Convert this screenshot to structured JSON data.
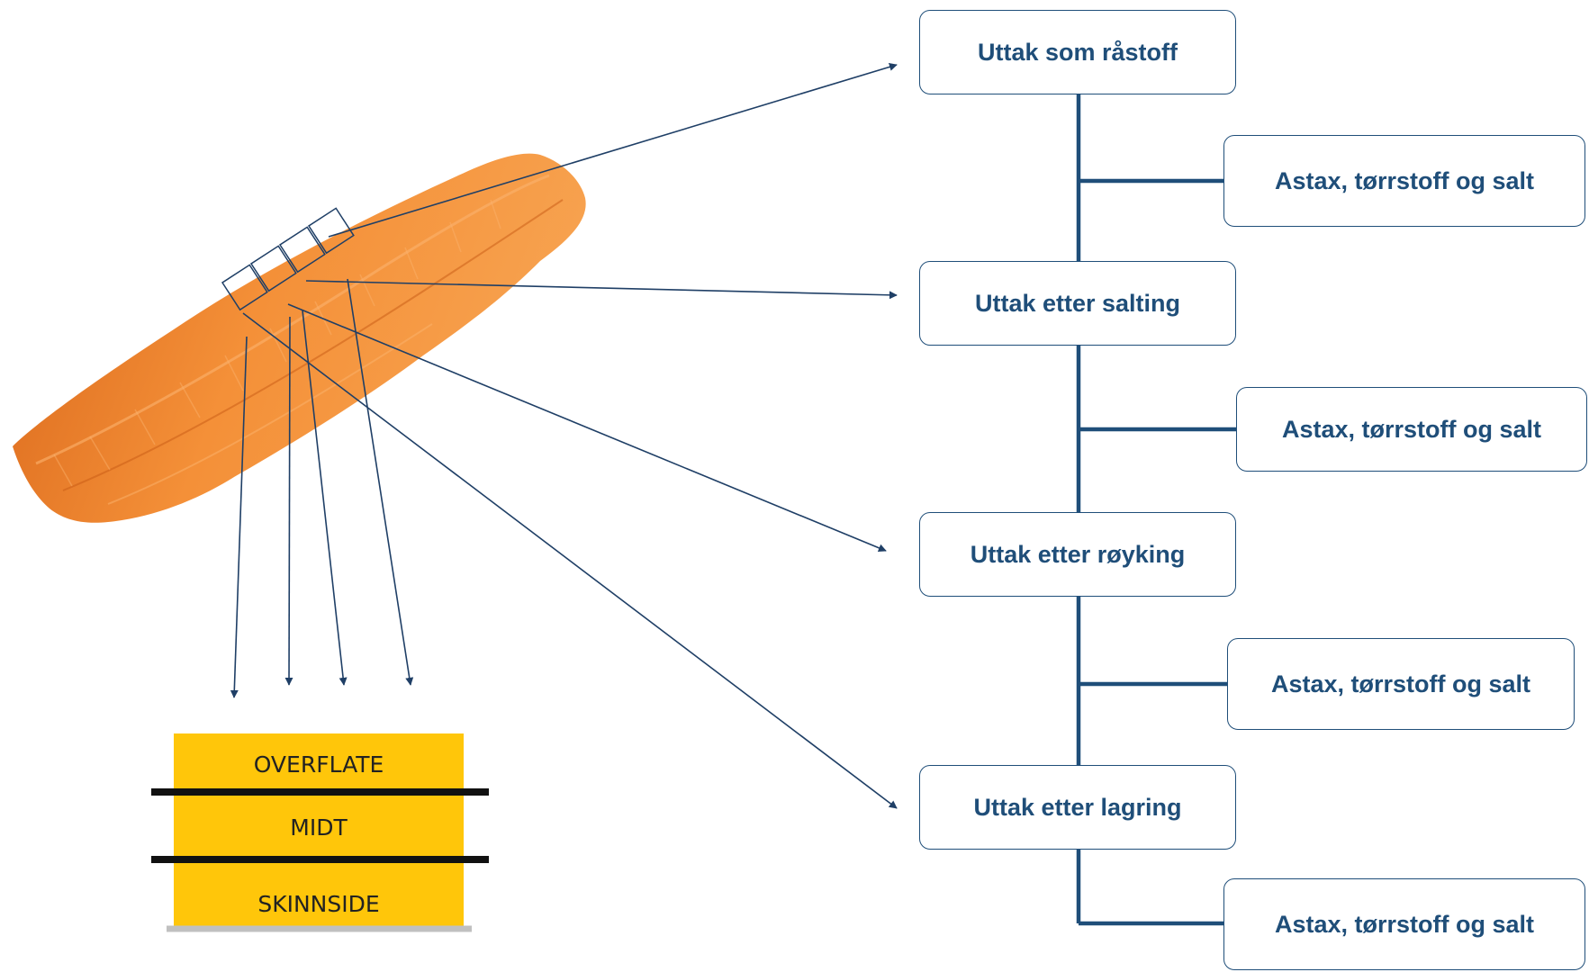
{
  "stages": [
    {
      "label": "Uttak som råstoff"
    },
    {
      "label": "Uttak etter salting"
    },
    {
      "label": "Uttak etter røyking"
    },
    {
      "label": "Uttak etter lagring"
    }
  ],
  "analyses": [
    {
      "label": "Astax, tørrstoff og salt"
    },
    {
      "label": "Astax, tørrstoff og salt"
    },
    {
      "label": "Astax, tørrstoff og salt"
    },
    {
      "label": "Astax, tørrstoff og salt"
    }
  ],
  "layers": [
    "OVERFLATE",
    "MIDT",
    "SKINNSIDE"
  ],
  "colors": {
    "box_border": "#1f4e79",
    "box_text": "#1f4e79",
    "connector": "#1f4e79",
    "arrow": "#1f3f66",
    "fillet": "#f08a2c",
    "layer_block": "#ffc60a",
    "layer_divider": "#111111",
    "base_line": "#c0c0c0"
  },
  "icons": {
    "fillet": "salmon-fillet-image",
    "sample": "sample-square"
  }
}
